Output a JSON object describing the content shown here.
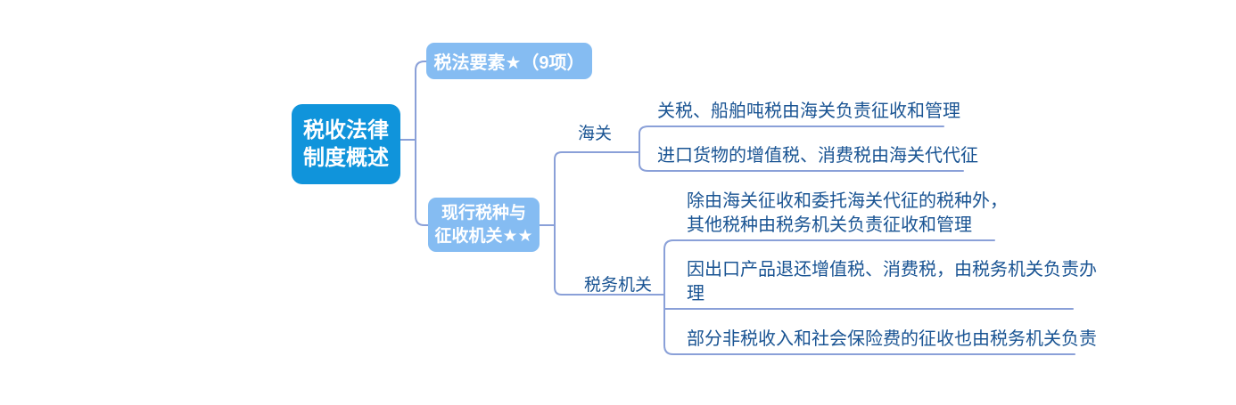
{
  "colors": {
    "root_bg": "#1094DB",
    "branch_bg": "#85BCF2",
    "connector_line": "#8AA0D8",
    "leaf_text": "#1A5493"
  },
  "mindmap": {
    "root": {
      "label": "税收法律\n制度概述"
    },
    "branches": [
      {
        "label": "税法要素★（9项）"
      },
      {
        "label": "现行税种与\n征收机关★★",
        "children": [
          {
            "label": "海关",
            "items": [
              "关税、船舶吨税由海关负责征收和管理",
              "进口货物的增值税、消费税由海关代代征"
            ]
          },
          {
            "label": "税务机关",
            "items": [
              "除由海关征收和委托海关代征的税种外，\n其他税种由税务机关负责征收和管理",
              "因出口产品退还增值税、消费税，由税务机关负责办\n理",
              "部分非税收入和社会保险费的征收也由税务机关负责"
            ]
          }
        ]
      }
    ]
  }
}
